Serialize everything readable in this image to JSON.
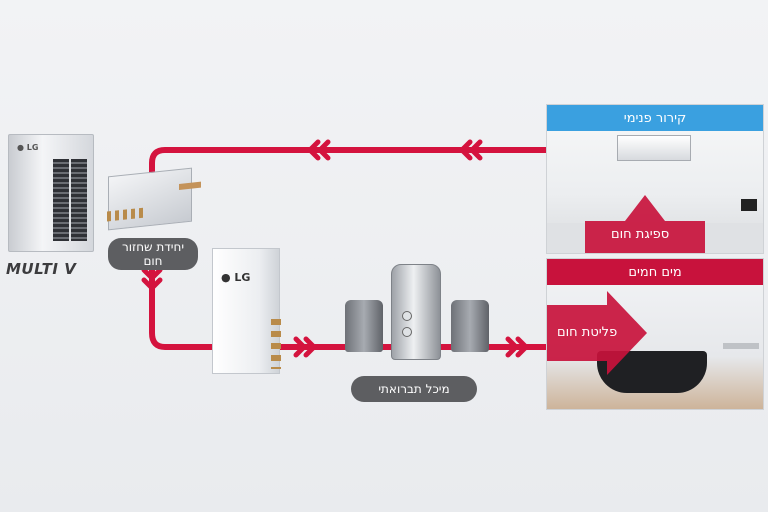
{
  "brand": {
    "name": "MULTI V",
    "logo": "LG"
  },
  "labels": {
    "heat_recovery_unit": "יחידת שחזור חום",
    "sanitary_tank": "מיכל תברואתי"
  },
  "panels": {
    "indoor_cooling": {
      "title": "קירור פנימי",
      "arrow": "ספיגת חום",
      "band_color": "#3aa0e0"
    },
    "hot_water": {
      "title": "מים חמים",
      "arrow": "פליטת חום",
      "band_color": "#c8123c"
    }
  },
  "colors": {
    "pipe": "#d4133e",
    "label_bg": "#5d5e61"
  }
}
